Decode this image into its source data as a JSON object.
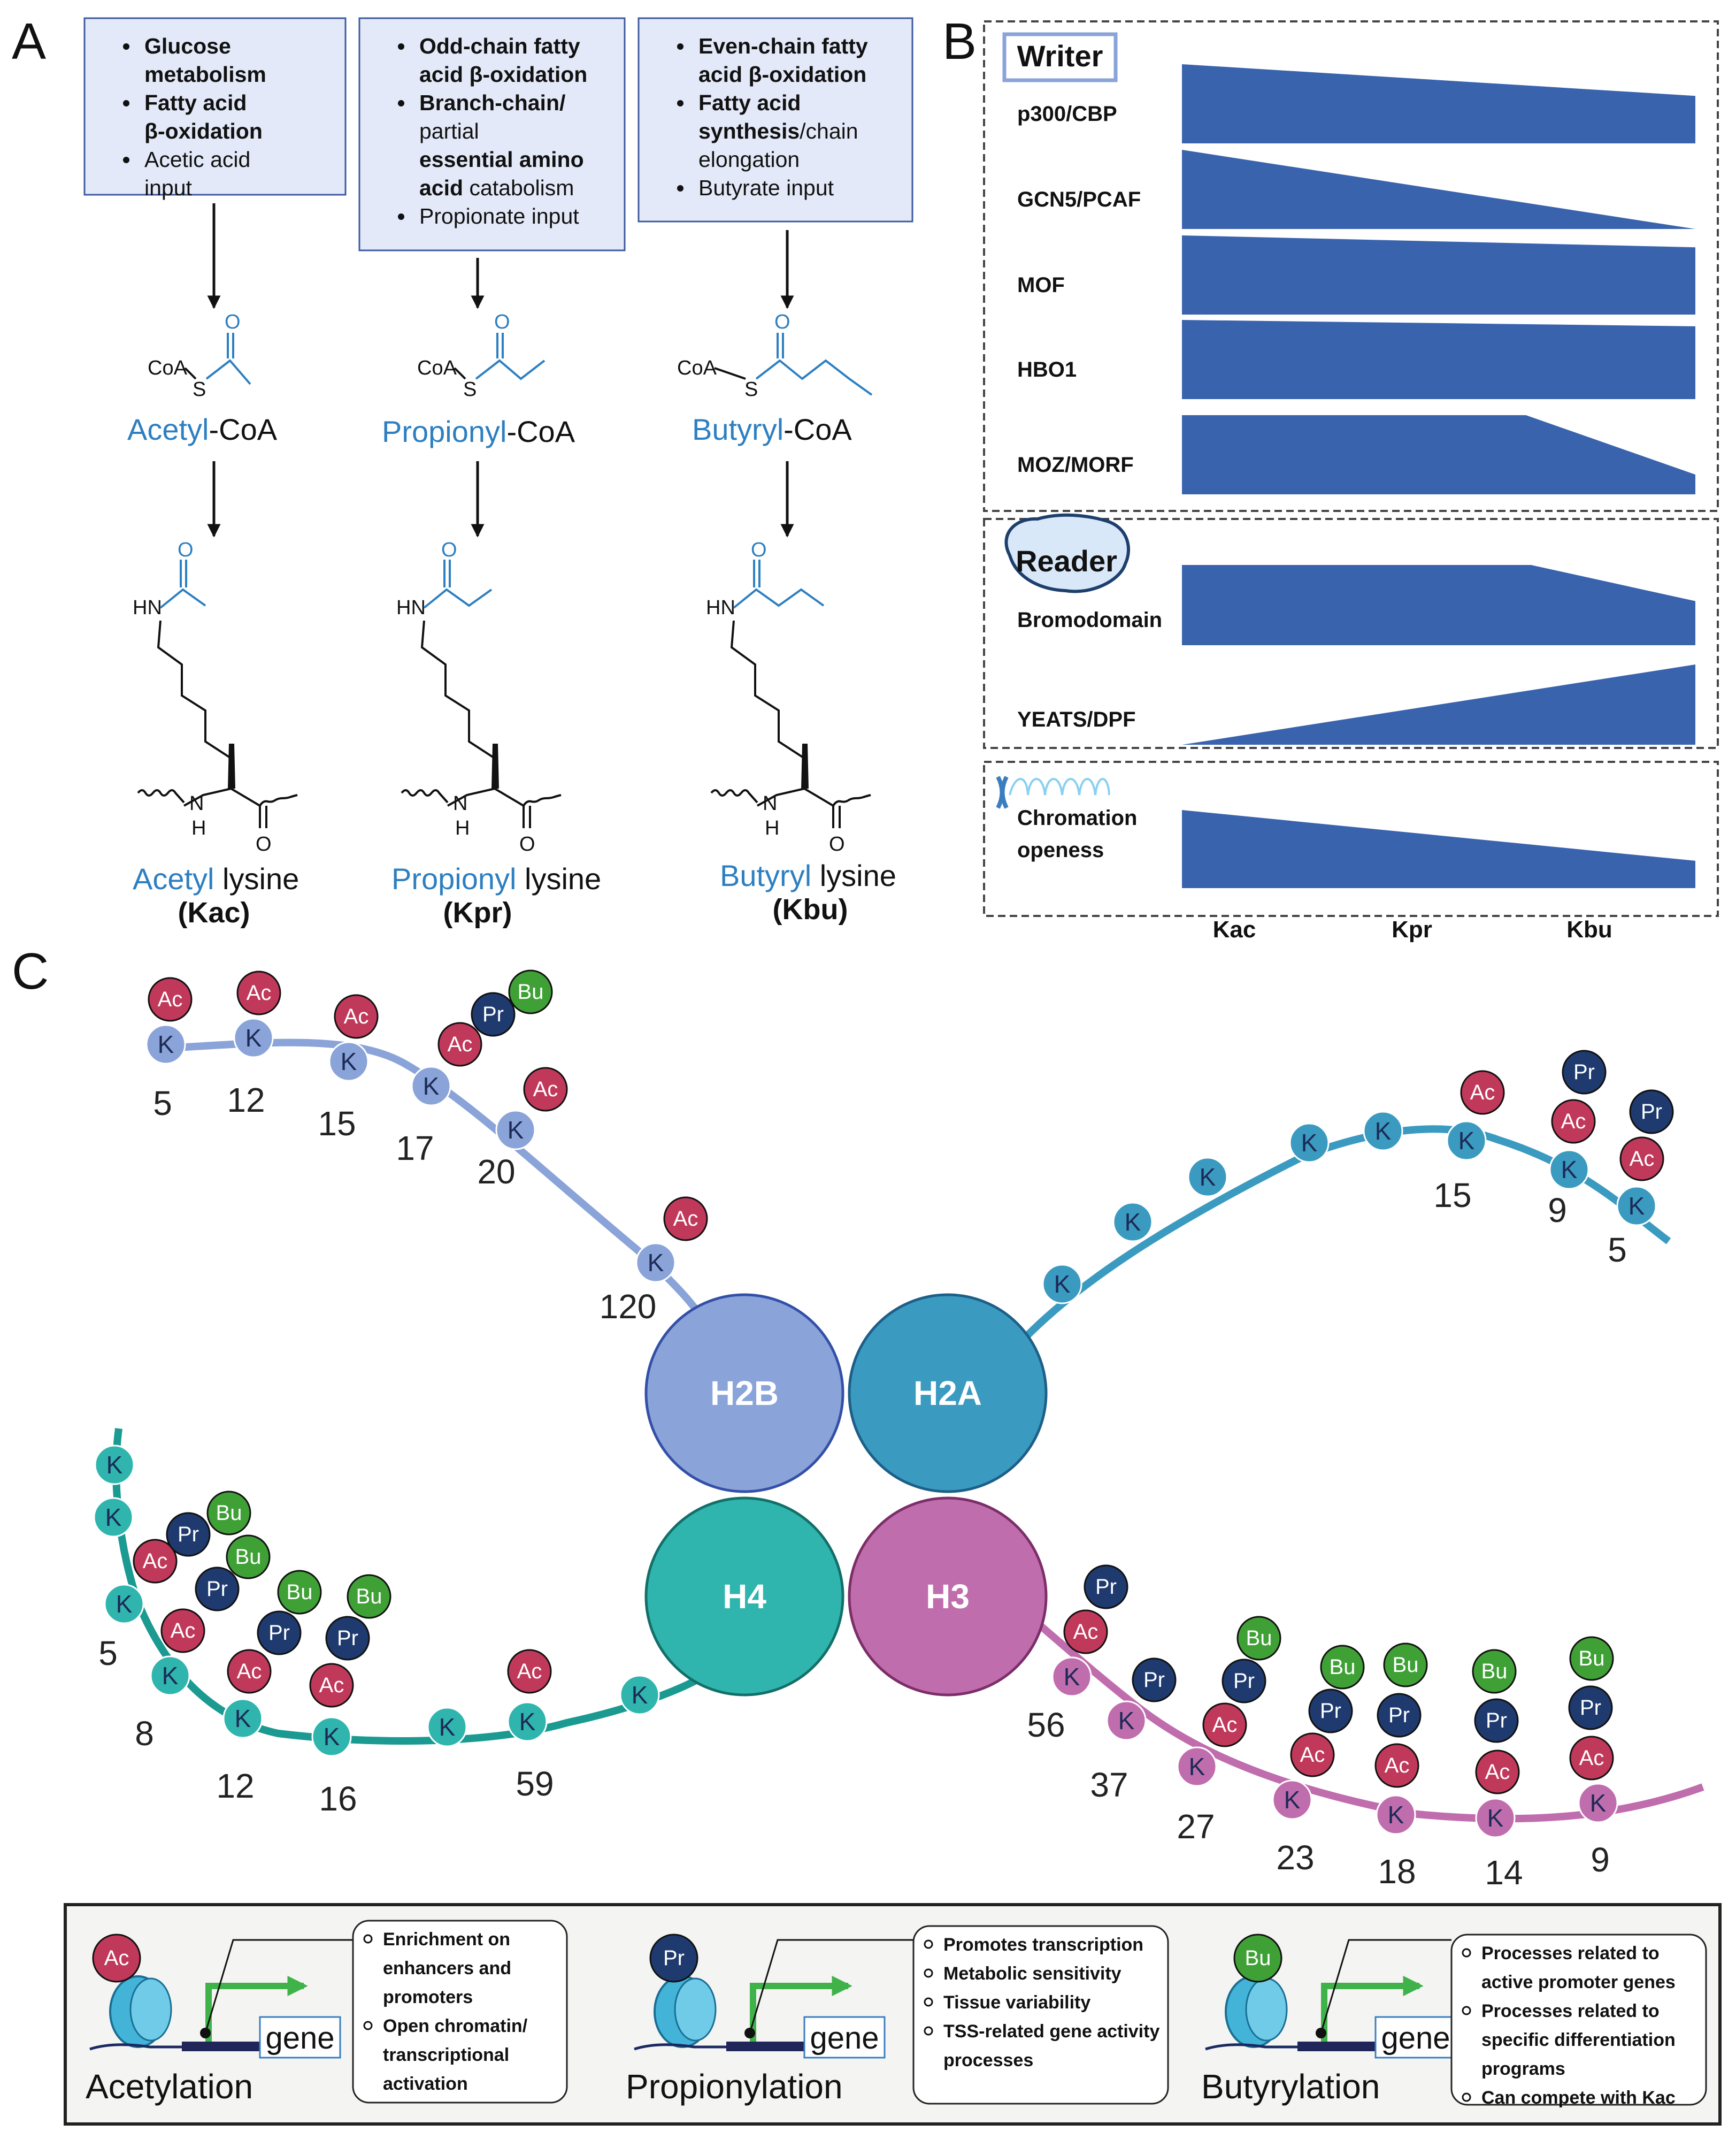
{
  "panels": {
    "a": "A",
    "b": "B",
    "c": "C"
  },
  "panel_a": {
    "columns": [
      {
        "bullets": [
          [
            {
              "t": "Glucose metabolism",
              "b": true
            }
          ],
          [
            {
              "t": "Fatty acid β-oxidation",
              "b": true
            }
          ],
          [
            {
              "t": "Acetic acid input",
              "b": false
            }
          ]
        ],
        "coa_prefix": "Acetyl",
        "coa_suffix": "-CoA",
        "lysine_prefix": "Acetyl",
        "lysine_suffix": " lysine",
        "abbr": "(Kac)"
      },
      {
        "bullets": [
          [
            {
              "t": "Odd-chain fatty acid β-oxidation",
              "b": true
            }
          ],
          [
            {
              "t": "Branch-chain/",
              "b": true
            },
            {
              "t": "partial ",
              "b": false
            },
            {
              "t": "essential amino acid",
              "b": true
            },
            {
              "t": " catabolism",
              "b": false
            }
          ],
          [
            {
              "t": "Propionate input",
              "b": false
            }
          ]
        ],
        "coa_prefix": "Propionyl",
        "coa_suffix": "-CoA",
        "lysine_prefix": "Propionyl",
        "lysine_suffix": " lysine",
        "abbr": "(Kpr)"
      },
      {
        "bullets": [
          [
            {
              "t": "Even-chain fatty acid β-oxidation",
              "b": true
            }
          ],
          [
            {
              "t": "Fatty acid synthesis",
              "b": true
            },
            {
              "t": "/chain elongation",
              "b": false
            }
          ],
          [
            {
              "t": "Butyrate input",
              "b": false
            }
          ]
        ],
        "coa_prefix": "Butyryl",
        "coa_suffix": "-CoA",
        "lysine_prefix": "Butyryl",
        "lysine_suffix": " lysine",
        "abbr": "(Kbu)"
      }
    ],
    "chem_labels": {
      "coa": "CoA",
      "s": "S",
      "o": "O",
      "hn": "HN",
      "n": "N",
      "h": "H"
    }
  },
  "panel_b": {
    "axis": [
      "Kac",
      "Kpr",
      "Kbu"
    ],
    "writer": {
      "title": "Writer",
      "rows": [
        {
          "label": "p300/CBP",
          "profile": [
            1.0,
            0.5,
            0.0,
            0.6
          ]
        },
        {
          "label": "GCN5/PCAF",
          "profile": [
            1.0,
            0.5,
            0.0,
            0.0
          ]
        },
        {
          "label": "MOF",
          "profile": [
            1.0,
            0.5,
            0.0,
            0.85
          ]
        },
        {
          "label": "HBO1",
          "profile": [
            1.0,
            0.5,
            0.0,
            0.92
          ]
        },
        {
          "label": "MOZ/MORF",
          "profile": [
            1.0,
            0.67,
            1.0,
            0.25
          ]
        }
      ]
    },
    "reader": {
      "title": "Reader",
      "rows": [
        {
          "label": "Bromodomain",
          "profile": [
            1.0,
            0.68,
            1.0,
            0.55
          ]
        },
        {
          "label": "YEATS/DPF",
          "profile": [
            0.0,
            0.5,
            0.0,
            1.0
          ]
        }
      ]
    },
    "chromatin": {
      "label_lines": [
        "Chromation",
        "openess"
      ],
      "profile": [
        1.0,
        0.5,
        0.0,
        0.35
      ]
    }
  },
  "panel_c": {
    "histones": [
      "H2B",
      "H2A",
      "H4",
      "H3"
    ],
    "k_label": "K",
    "mods": {
      "ac": "Ac",
      "pr": "Pr",
      "bu": "Bu"
    },
    "colors": {
      "ac": "#c0395a",
      "pr": "#1e3a6e",
      "bu": "#3fa036",
      "h2b": "#8aa3d8",
      "h2a": "#3a9ac0",
      "h4": "#2fb5ad",
      "h3": "#c06dae"
    },
    "h2b_sites": [
      "5",
      "12",
      "15",
      "17",
      "20",
      "120"
    ],
    "h2a_sites": [
      "15",
      "9",
      "5"
    ],
    "h4_sites": [
      "5",
      "8",
      "12",
      "16",
      "59"
    ],
    "h3_sites": [
      "56",
      "37",
      "27",
      "23",
      "18",
      "14",
      "9"
    ]
  },
  "legend": [
    {
      "mark": "Ac",
      "process": "Acetylation",
      "gene": "gene",
      "items": [
        [
          "Enrichment on",
          "enhancers and",
          "promoters"
        ],
        [
          "Open chromatin/",
          "transcriptional",
          "activation"
        ]
      ]
    },
    {
      "mark": "Pr",
      "process": "Propionylation",
      "gene": "gene",
      "items": [
        [
          "Promotes transcription"
        ],
        [
          "Metabolic sensitivity"
        ],
        [
          "Tissue variability"
        ],
        [
          "TSS-related gene activity",
          "processes"
        ]
      ]
    },
    {
      "mark": "Bu",
      "process": "Butyrylation",
      "gene": "gene",
      "items": [
        [
          "Processes related to",
          "active promoter genes"
        ],
        [
          "Processes related to",
          "specific differentiation",
          "programs"
        ],
        [
          "Can compete with Kac"
        ]
      ]
    }
  ]
}
